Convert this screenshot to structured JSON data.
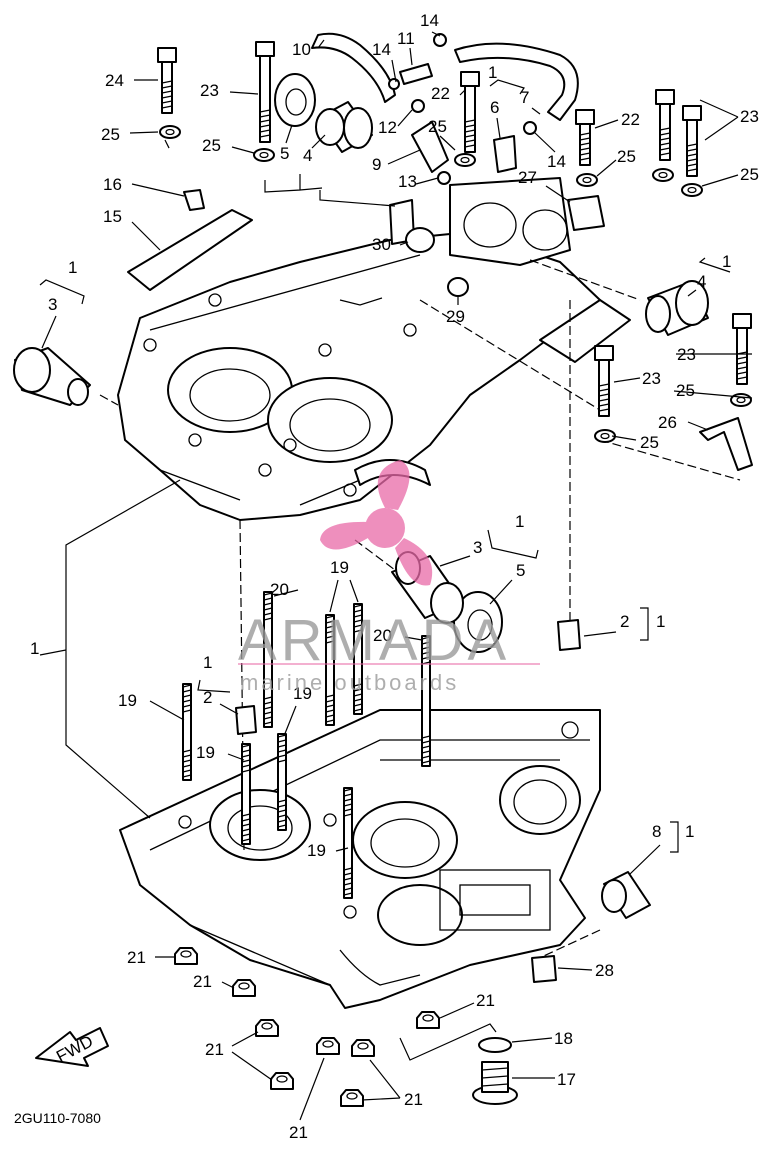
{
  "diagram": {
    "drawing_code": "2GU110-7080",
    "fwd_arrow_label": "FWD",
    "watermark": {
      "name": "ARMADA",
      "tagline": "marine outboards",
      "color": "#e96aa8"
    },
    "callouts": [
      "1",
      "2",
      "3",
      "4",
      "5",
      "6",
      "7",
      "8",
      "9",
      "10",
      "11",
      "12",
      "13",
      "14",
      "15",
      "16",
      "17",
      "18",
      "19",
      "20",
      "21",
      "22",
      "23",
      "24",
      "25",
      "26",
      "27",
      "28",
      "29",
      "30"
    ]
  }
}
